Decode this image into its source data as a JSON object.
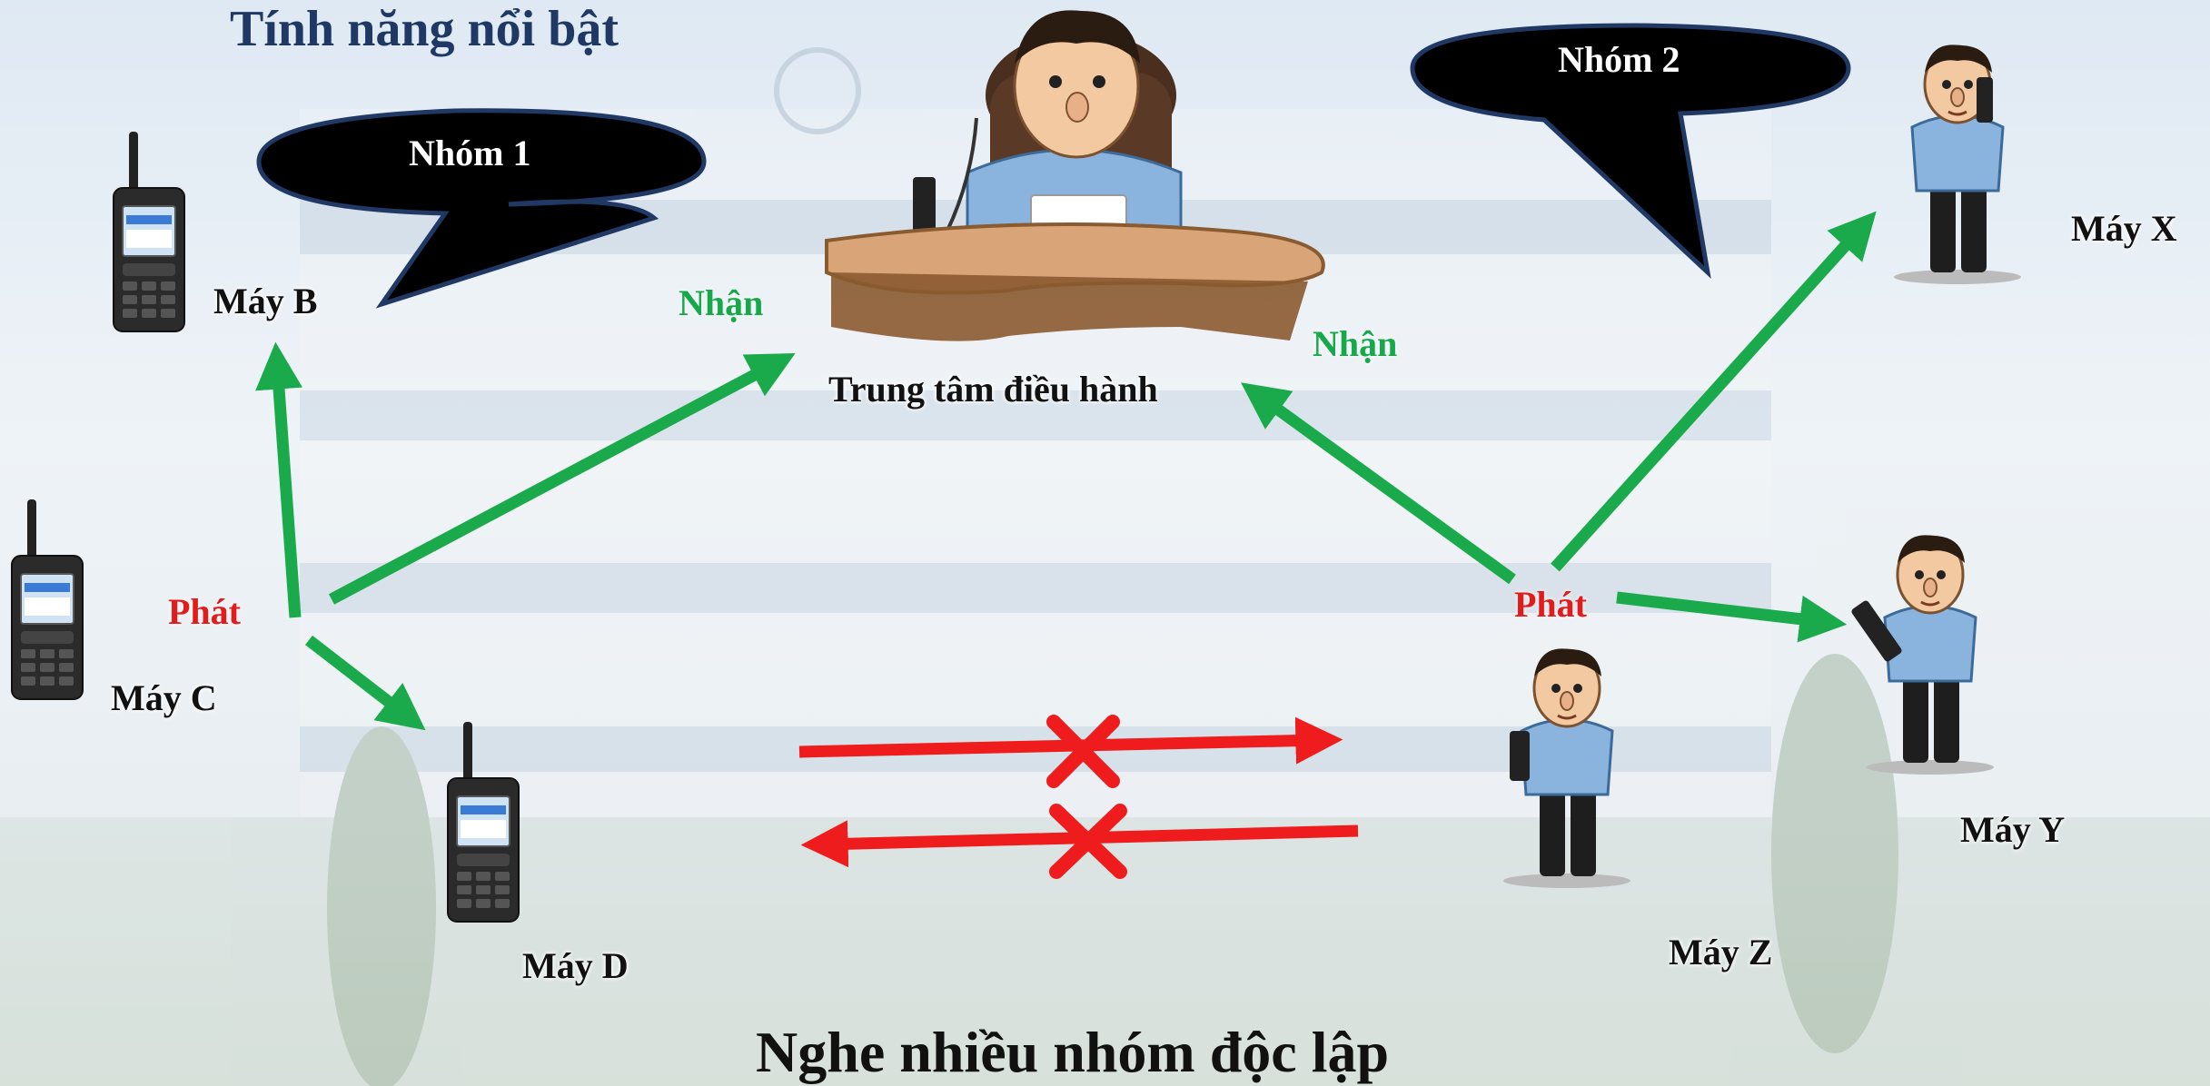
{
  "title": "Tính năng nổi bật",
  "footer": "Nghe nhiều nhóm độc lập",
  "groups": {
    "group1": "Nhóm 1",
    "group2": "Nhóm 2"
  },
  "devices": {
    "b": "Máy B",
    "c": "Máy C",
    "d": "Máy D",
    "x": "Máy X",
    "y": "Máy Y",
    "z": "Máy Z"
  },
  "center": "Trung tâm điều hành",
  "actions": {
    "receive": "Nhận",
    "transmit": "Phát"
  },
  "colors": {
    "title": "#1f3864",
    "arrow_ok": "#1aaa4b",
    "arrow_blocked": "#ee1c1c",
    "bubble": "#000000"
  },
  "icons": [
    "walkie-talkie-icon",
    "operator-at-desk",
    "person-on-radio-icon",
    "blocked-x-icon"
  ]
}
